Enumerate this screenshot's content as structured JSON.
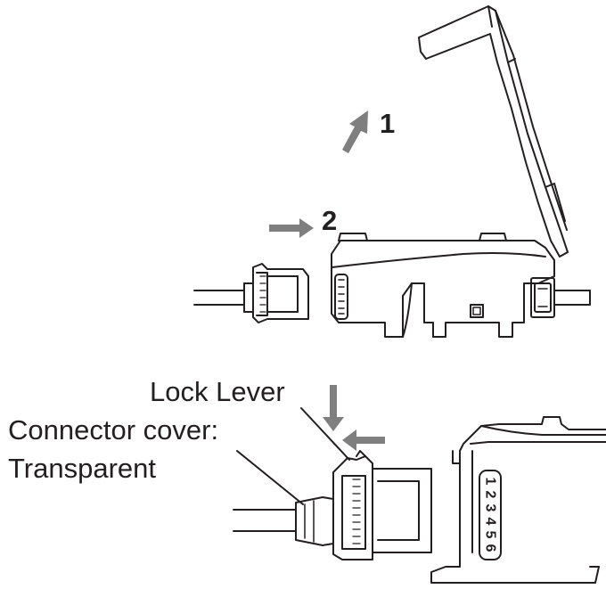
{
  "steps": {
    "step1": "1",
    "step2": "2"
  },
  "labels": {
    "lock_lever": "Lock Lever",
    "connector_cover_line1": "Connector cover:",
    "connector_cover_line2": "Transparent"
  },
  "terminal_numbers": [
    "1",
    "2",
    "3",
    "4",
    "5",
    "6"
  ],
  "colors": {
    "line": "#231f20",
    "arrow": "#7f7f7f",
    "background": "#ffffff"
  }
}
